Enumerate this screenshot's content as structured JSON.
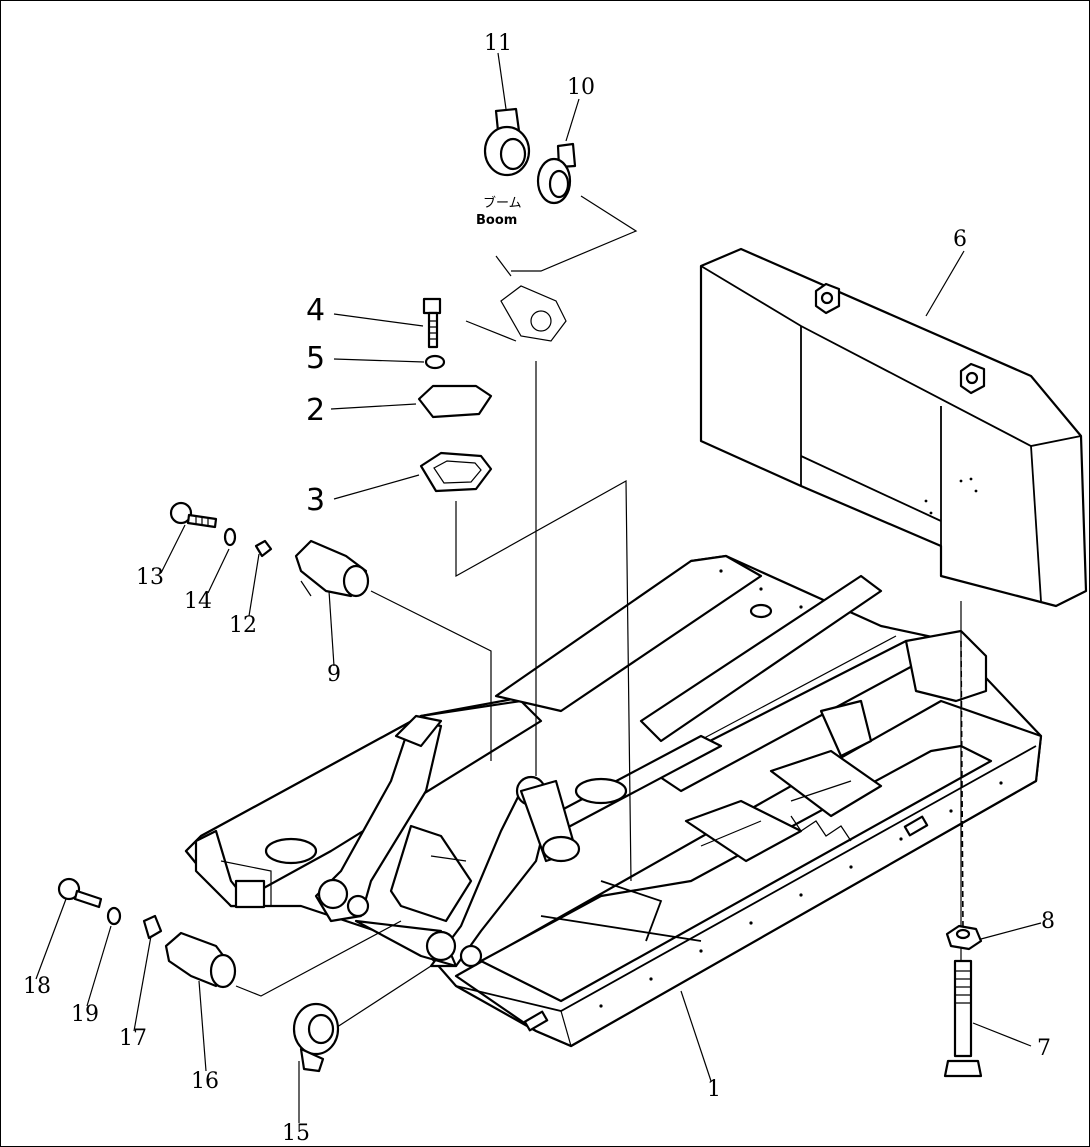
{
  "labels": {
    "p1": "1",
    "p2": "2",
    "p3": "3",
    "p4": "4",
    "p5": "5",
    "p6": "6",
    "p7": "7",
    "p8": "8",
    "p9": "9",
    "p10": "10",
    "p11": "11",
    "p12": "12",
    "p13": "13",
    "p14": "14",
    "p15": "15",
    "p16": "16",
    "p17": "17",
    "p18": "18",
    "p19": "19"
  },
  "annotation": {
    "boom_jp": "ブーム",
    "boom_en": "Boom"
  }
}
